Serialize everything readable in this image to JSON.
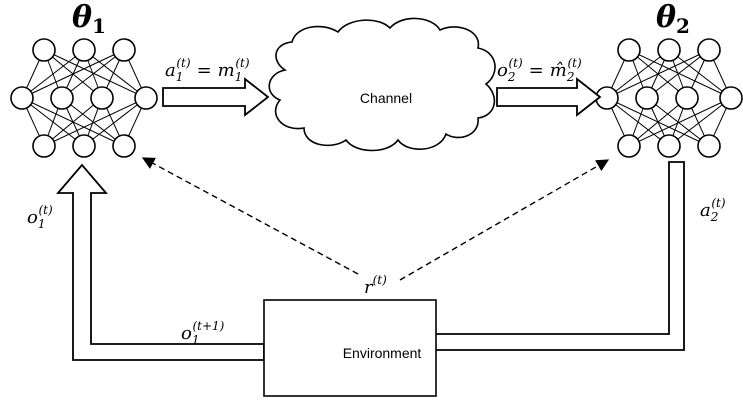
{
  "agents": {
    "left": {
      "symbol": "θ",
      "subscript": "1"
    },
    "right": {
      "symbol": "θ",
      "subscript": "2"
    }
  },
  "labels": {
    "channel": "Channel",
    "environment": "Environment"
  },
  "math": {
    "a1": {
      "base": "a",
      "sub": "1",
      "sup": "(t)"
    },
    "eq1": "=",
    "m1": {
      "base": "m",
      "sub": "1",
      "sup": "(t)"
    },
    "o2": {
      "base": "o",
      "sub": "2",
      "sup": "(t)"
    },
    "eq2": "=",
    "m2hat": {
      "base": "m̂",
      "sub": "2",
      "sup": "(t)"
    },
    "o1": {
      "base": "o",
      "sub": "1",
      "sup": "(t)"
    },
    "a2": {
      "base": "a",
      "sub": "2",
      "sup": "(t)"
    },
    "r": {
      "base": "r",
      "sup": "(t)"
    },
    "o1next": {
      "base": "o",
      "sub": "1",
      "sup": "(t+1)"
    }
  }
}
